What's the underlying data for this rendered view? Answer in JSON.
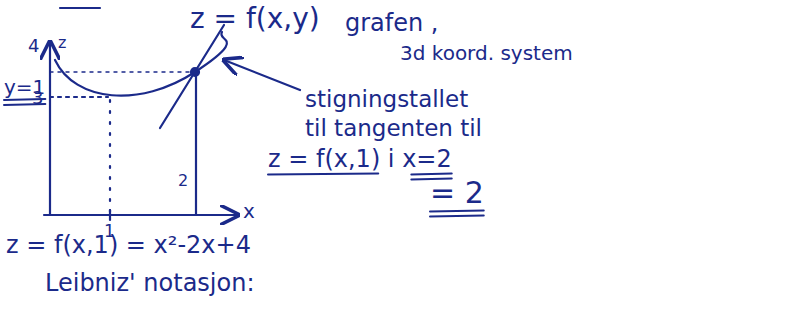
{
  "diagram": {
    "labels": [
      "z = f(x,y)",
      "grafen ,",
      "3d koord. system",
      "4",
      "z",
      "y=1",
      "3",
      "2",
      "stigningstallet",
      "til tangenten til",
      "z = f(x,1) i x=2",
      "1",
      "x",
      "= 2",
      "z = f(x,1) = x²-2x+4",
      "Leibniz' notasjon:"
    ]
  }
}
